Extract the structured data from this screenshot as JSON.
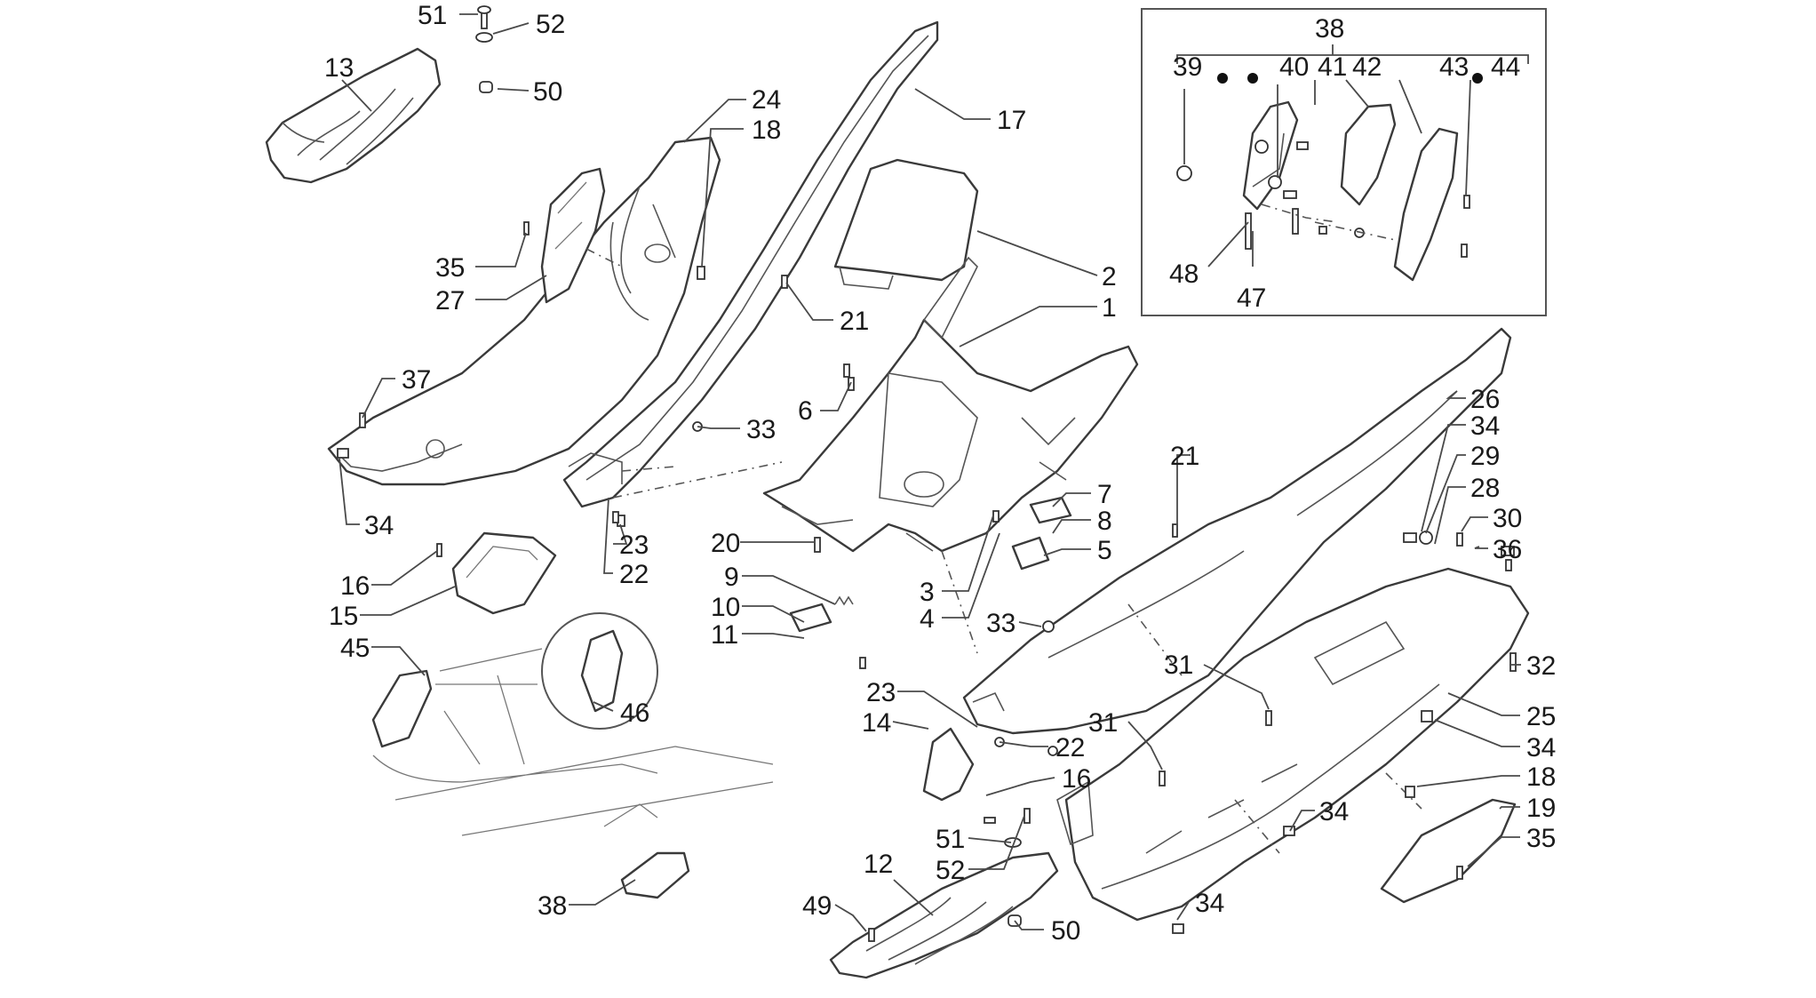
{
  "callouts": [
    {
      "id": "c51a",
      "label": "51"
    },
    {
      "id": "c52a",
      "label": "52"
    },
    {
      "id": "c13",
      "label": "13"
    },
    {
      "id": "c50a",
      "label": "50"
    },
    {
      "id": "c24",
      "label": "24"
    },
    {
      "id": "c18a",
      "label": "18"
    },
    {
      "id": "c17",
      "label": "17"
    },
    {
      "id": "c35a",
      "label": "35"
    },
    {
      "id": "c27",
      "label": "27"
    },
    {
      "id": "c21a",
      "label": "21"
    },
    {
      "id": "c2",
      "label": "2"
    },
    {
      "id": "c1",
      "label": "1"
    },
    {
      "id": "c37",
      "label": "37"
    },
    {
      "id": "c6",
      "label": "6"
    },
    {
      "id": "c33a",
      "label": "33"
    },
    {
      "id": "c34a",
      "label": "34"
    },
    {
      "id": "c23a",
      "label": "23"
    },
    {
      "id": "c22a",
      "label": "22"
    },
    {
      "id": "c20",
      "label": "20"
    },
    {
      "id": "c9",
      "label": "9"
    },
    {
      "id": "c10",
      "label": "10"
    },
    {
      "id": "c11",
      "label": "11"
    },
    {
      "id": "c7",
      "label": "7"
    },
    {
      "id": "c8",
      "label": "8"
    },
    {
      "id": "c5",
      "label": "5"
    },
    {
      "id": "c3",
      "label": "3"
    },
    {
      "id": "c4",
      "label": "4"
    },
    {
      "id": "c16a",
      "label": "16"
    },
    {
      "id": "c15",
      "label": "15"
    },
    {
      "id": "c45",
      "label": "45"
    },
    {
      "id": "c46",
      "label": "46"
    },
    {
      "id": "c38b",
      "label": "38"
    },
    {
      "id": "c33b",
      "label": "33"
    },
    {
      "id": "c23b",
      "label": "23"
    },
    {
      "id": "c14",
      "label": "14"
    },
    {
      "id": "c22b",
      "label": "22"
    },
    {
      "id": "c16b",
      "label": "16"
    },
    {
      "id": "c51b",
      "label": "51"
    },
    {
      "id": "c52b",
      "label": "52"
    },
    {
      "id": "c12",
      "label": "12"
    },
    {
      "id": "c49",
      "label": "49"
    },
    {
      "id": "c50b",
      "label": "50"
    },
    {
      "id": "c21b",
      "label": "21"
    },
    {
      "id": "c26",
      "label": "26"
    },
    {
      "id": "c34b",
      "label": "34"
    },
    {
      "id": "c29",
      "label": "29"
    },
    {
      "id": "c28",
      "label": "28"
    },
    {
      "id": "c30",
      "label": "30"
    },
    {
      "id": "c36",
      "label": "36"
    },
    {
      "id": "c31a",
      "label": "31"
    },
    {
      "id": "c31b",
      "label": "31"
    },
    {
      "id": "c32",
      "label": "32"
    },
    {
      "id": "c25",
      "label": "25"
    },
    {
      "id": "c34c",
      "label": "34"
    },
    {
      "id": "c18b",
      "label": "18"
    },
    {
      "id": "c19",
      "label": "19"
    },
    {
      "id": "c35b",
      "label": "35"
    },
    {
      "id": "c34d",
      "label": "34"
    },
    {
      "id": "c34e",
      "label": "34"
    },
    {
      "id": "c38a",
      "label": "38"
    },
    {
      "id": "c39",
      "label": "39"
    },
    {
      "id": "c40",
      "label": "40"
    },
    {
      "id": "c41",
      "label": "41"
    },
    {
      "id": "c42",
      "label": "42"
    },
    {
      "id": "c43",
      "label": "43"
    },
    {
      "id": "c44",
      "label": "44"
    },
    {
      "id": "c48",
      "label": "48"
    },
    {
      "id": "c47",
      "label": "47"
    }
  ]
}
